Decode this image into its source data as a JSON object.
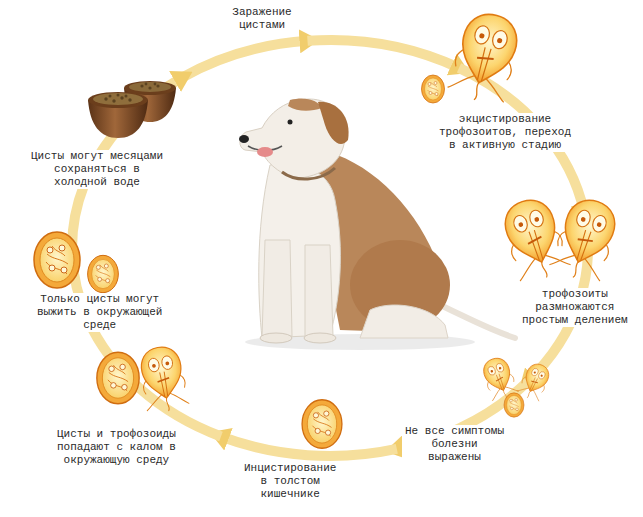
{
  "diagram": {
    "labels": [
      "Заражение цистами",
      "экцистирование трофозоитов, переход в активную стадию",
      "трофозоиты размножаются простым делением",
      "Не все симптомы болезни выражены",
      "Инцистирование в толстом кишечнике",
      "Цисты и трофозоиды попадают с калом в окружающую среду",
      "Только цисты могут выжить в окружающей среде",
      "Цисты могут месяцами сохраняться в холодной воде"
    ]
  }
}
